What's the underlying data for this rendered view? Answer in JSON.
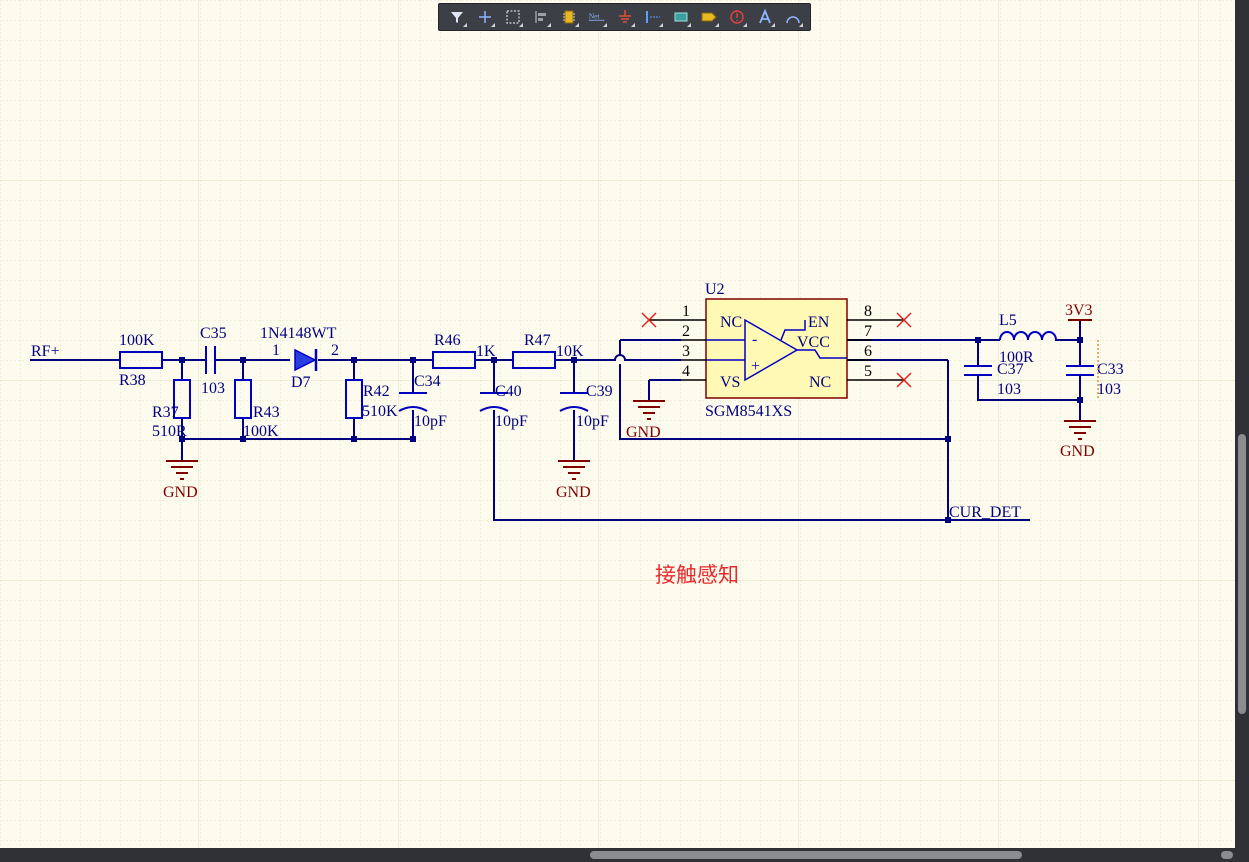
{
  "toolbar": {
    "icons": [
      "filter-icon",
      "crosshair-icon",
      "select-area-icon",
      "align-icon",
      "component-icon",
      "net-label-icon",
      "gnd-power-icon",
      "bus-icon",
      "harness-icon",
      "port-icon",
      "no-erc-icon",
      "text-icon",
      "arc-icon"
    ],
    "net_label_text": "Net"
  },
  "schematic": {
    "title_note": "接触感知",
    "net_rf": "RF+",
    "net_cur_det": "CUR_DET",
    "net_3v3": "3V3",
    "gnd": "GND",
    "r38": {
      "designator": "R38",
      "value": "100K"
    },
    "r37": {
      "designator": "R37",
      "value": "510R"
    },
    "r43": {
      "designator": "R43",
      "value": "100K"
    },
    "c35": {
      "designator": "C35",
      "value": "103"
    },
    "d7": {
      "designator": "D7",
      "value": "1N4148WT",
      "pin1": "1",
      "pin2": "2"
    },
    "r42": {
      "designator": "R42",
      "value": "510K"
    },
    "c34": {
      "designator": "C34",
      "value": "10pF"
    },
    "r46": {
      "designator": "R46",
      "value": "1K"
    },
    "c40": {
      "designator": "C40",
      "value": "10pF"
    },
    "r47": {
      "designator": "R47",
      "value": "10K"
    },
    "c39": {
      "designator": "C39",
      "value": "10pF"
    },
    "u2": {
      "designator": "U2",
      "part": "SGM8541XS",
      "pin_labels": {
        "nc1": "NC",
        "vs": "VS",
        "en": "EN",
        "vcc": "VCC",
        "nc2": "NC"
      },
      "pin_numbers": {
        "p1": "1",
        "p2": "2",
        "p3": "3",
        "p4": "4",
        "p5": "5",
        "p6": "6",
        "p7": "7",
        "p8": "8"
      },
      "minus": "-",
      "plus": "+"
    },
    "l5": {
      "designator": "L5",
      "value": "100R"
    },
    "c37": {
      "designator": "C37",
      "value": "103"
    },
    "c33": {
      "designator": "C33",
      "value": "103"
    }
  },
  "colors": {
    "wire": "#000080",
    "component": "#0000c0",
    "power": "#800000",
    "grid": "#e6e2c8",
    "background": "#fdfbed",
    "note": "#e8282a",
    "no_erc": "#e02020",
    "chip_fill": "#fff9b5",
    "diode_fill": "#2a3ee0"
  }
}
